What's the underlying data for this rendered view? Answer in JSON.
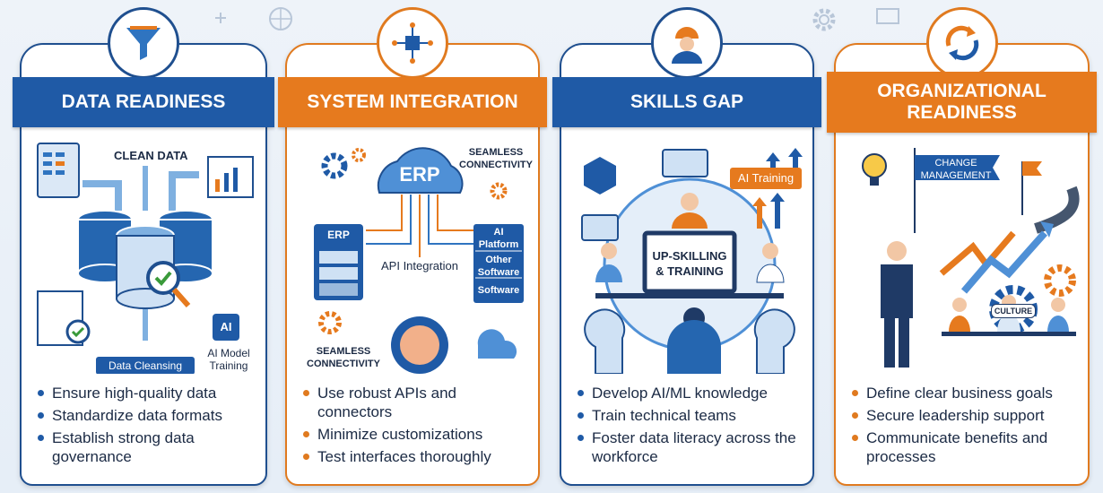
{
  "panels": [
    {
      "title": "DATA READINESS",
      "icon": "funnel-icon",
      "labels": {
        "clean": "CLEAN DATA",
        "cleansing": "Data Cleansing",
        "ai_chip": "AI",
        "ai_training": "AI Model Training"
      },
      "bullets": [
        "Ensure high-quality data",
        "Standardize data formats",
        "Establish strong data governance"
      ]
    },
    {
      "title": "SYSTEM INTEGRATION",
      "icon": "network-icon",
      "labels": {
        "erp_cloud": "ERP",
        "seamless_top": "SEAMLESS CONNECTIVITY",
        "erp_server": "ERP",
        "ai_platform": "AI Platform",
        "other_software": "Other Software",
        "software": "Software",
        "api": "API Integration",
        "seamless_bottom": "SEAMLESS CONNECTIVITY"
      },
      "bullets": [
        "Use robust APIs and connectors",
        "Minimize customizations",
        "Test interfaces thoroughly"
      ]
    },
    {
      "title": "SKILLS GAP",
      "icon": "worker-helmet-icon",
      "labels": {
        "ai_training": "AI Training",
        "upskilling": "UP-SKILLING & TRAINING"
      },
      "bullets": [
        "Develop AI/ML knowledge",
        "Train technical teams",
        "Foster data literacy across the workforce"
      ]
    },
    {
      "title": "ORGANIZATIONAL READINESS",
      "icon": "sync-arrows-icon",
      "labels": {
        "change": "CHANGE MANAGEMENT",
        "culture": "CULTURE"
      },
      "bullets": [
        "Define clear business goals",
        "Secure leadership support",
        "Communicate benefits and processes"
      ]
    }
  ],
  "colors": {
    "blue": "#1f5aa6",
    "orange": "#e67a1e",
    "navy": "#1f4f8f"
  }
}
